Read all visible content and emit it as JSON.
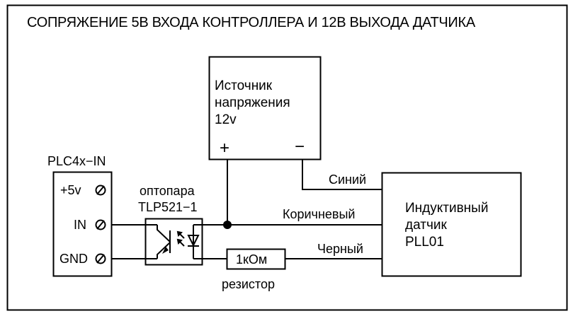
{
  "title": "СОПРЯЖЕНИЕ 5В ВХОДА КОНТРОЛЛЕРА И 12В ВЫХОДА ДАТЧИКА",
  "plc": {
    "name": "PLC4x−IN",
    "terminals": [
      "+5v",
      "IN",
      "GND"
    ],
    "terminal_icon": "screw-terminal-icon"
  },
  "optocoupler": {
    "label_line1": "оптопара",
    "label_line2": "TLP521−1"
  },
  "power_supply": {
    "line1": "Источник",
    "line2": "напряжения",
    "line3": "12v",
    "plus": "+",
    "minus": "−"
  },
  "sensor": {
    "line1": "Индуктивный",
    "line2": "датчик",
    "line3": "PLL01"
  },
  "wires": {
    "blue": "Синий",
    "brown": "Коричневый",
    "black": "Черный"
  },
  "resistor": {
    "value": "1кОм",
    "label": "резистор"
  }
}
